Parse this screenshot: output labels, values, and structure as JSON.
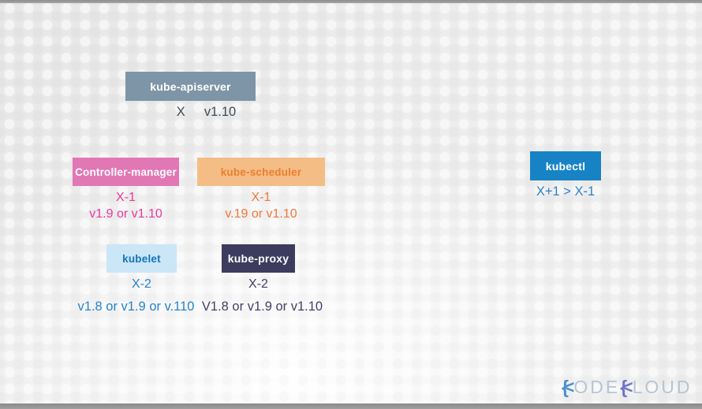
{
  "page": {
    "background": "#ebebeb",
    "top_bar_color": "#9c9c9c",
    "bottom_bar_color": "#999999"
  },
  "components": {
    "apiserver": {
      "label": "kube-apiserver",
      "offset": "X",
      "versions": "v1.10",
      "box_color": "#7e95a7",
      "label_color": "#ffffff",
      "text_color": "#3e4a56"
    },
    "controller_manager": {
      "label": "Controller-manager",
      "offset": "X-1",
      "versions": "v1.9 or v1.10",
      "box_color": "#e277b6",
      "label_color": "#ffffff",
      "text_color": "#e93a9e"
    },
    "scheduler": {
      "label": "kube-scheduler",
      "offset": "X-1",
      "versions": "v.19 or v1.10",
      "box_color": "#f3bd85",
      "label_color": "#ee7d2c",
      "text_color": "#f0783a"
    },
    "kubectl": {
      "label": "kubectl",
      "offset": "X+1 > X-1",
      "box_color": "#1783c5",
      "label_color": "#ffffff",
      "text_color": "#2e80c8"
    },
    "kubelet": {
      "label": "kubelet",
      "offset": "X-2",
      "versions": "v1.8 or v1.9 or v.110",
      "box_color": "#cbe6f7",
      "label_color": "#1474ba",
      "text_color": "#2583ca"
    },
    "kube_proxy": {
      "label": "kube-proxy",
      "offset": "X-2",
      "versions": "V1.8 or v1.9 or v1.10",
      "box_color": "#3d3c5e",
      "label_color": "#ffffff",
      "text_color": "#413f66"
    }
  },
  "logo": {
    "name": "KodeKloud",
    "k1": "{<",
    "part1": "ODE",
    "k2": "{<",
    "part2": "LOUD",
    "k1_color": "#4b8fd0",
    "k2_color": "#6f74c8",
    "letters_color": "#b5c5d3"
  }
}
